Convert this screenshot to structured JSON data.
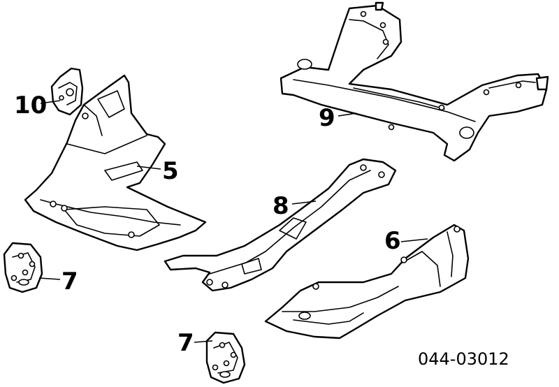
{
  "callouts": {
    "part_10": "10",
    "part_5": "5",
    "part_9": "9",
    "part_8": "8",
    "part_6": "6",
    "part_7_left": "7",
    "part_7_bottom": "7"
  },
  "diagram_code": "044-03012"
}
